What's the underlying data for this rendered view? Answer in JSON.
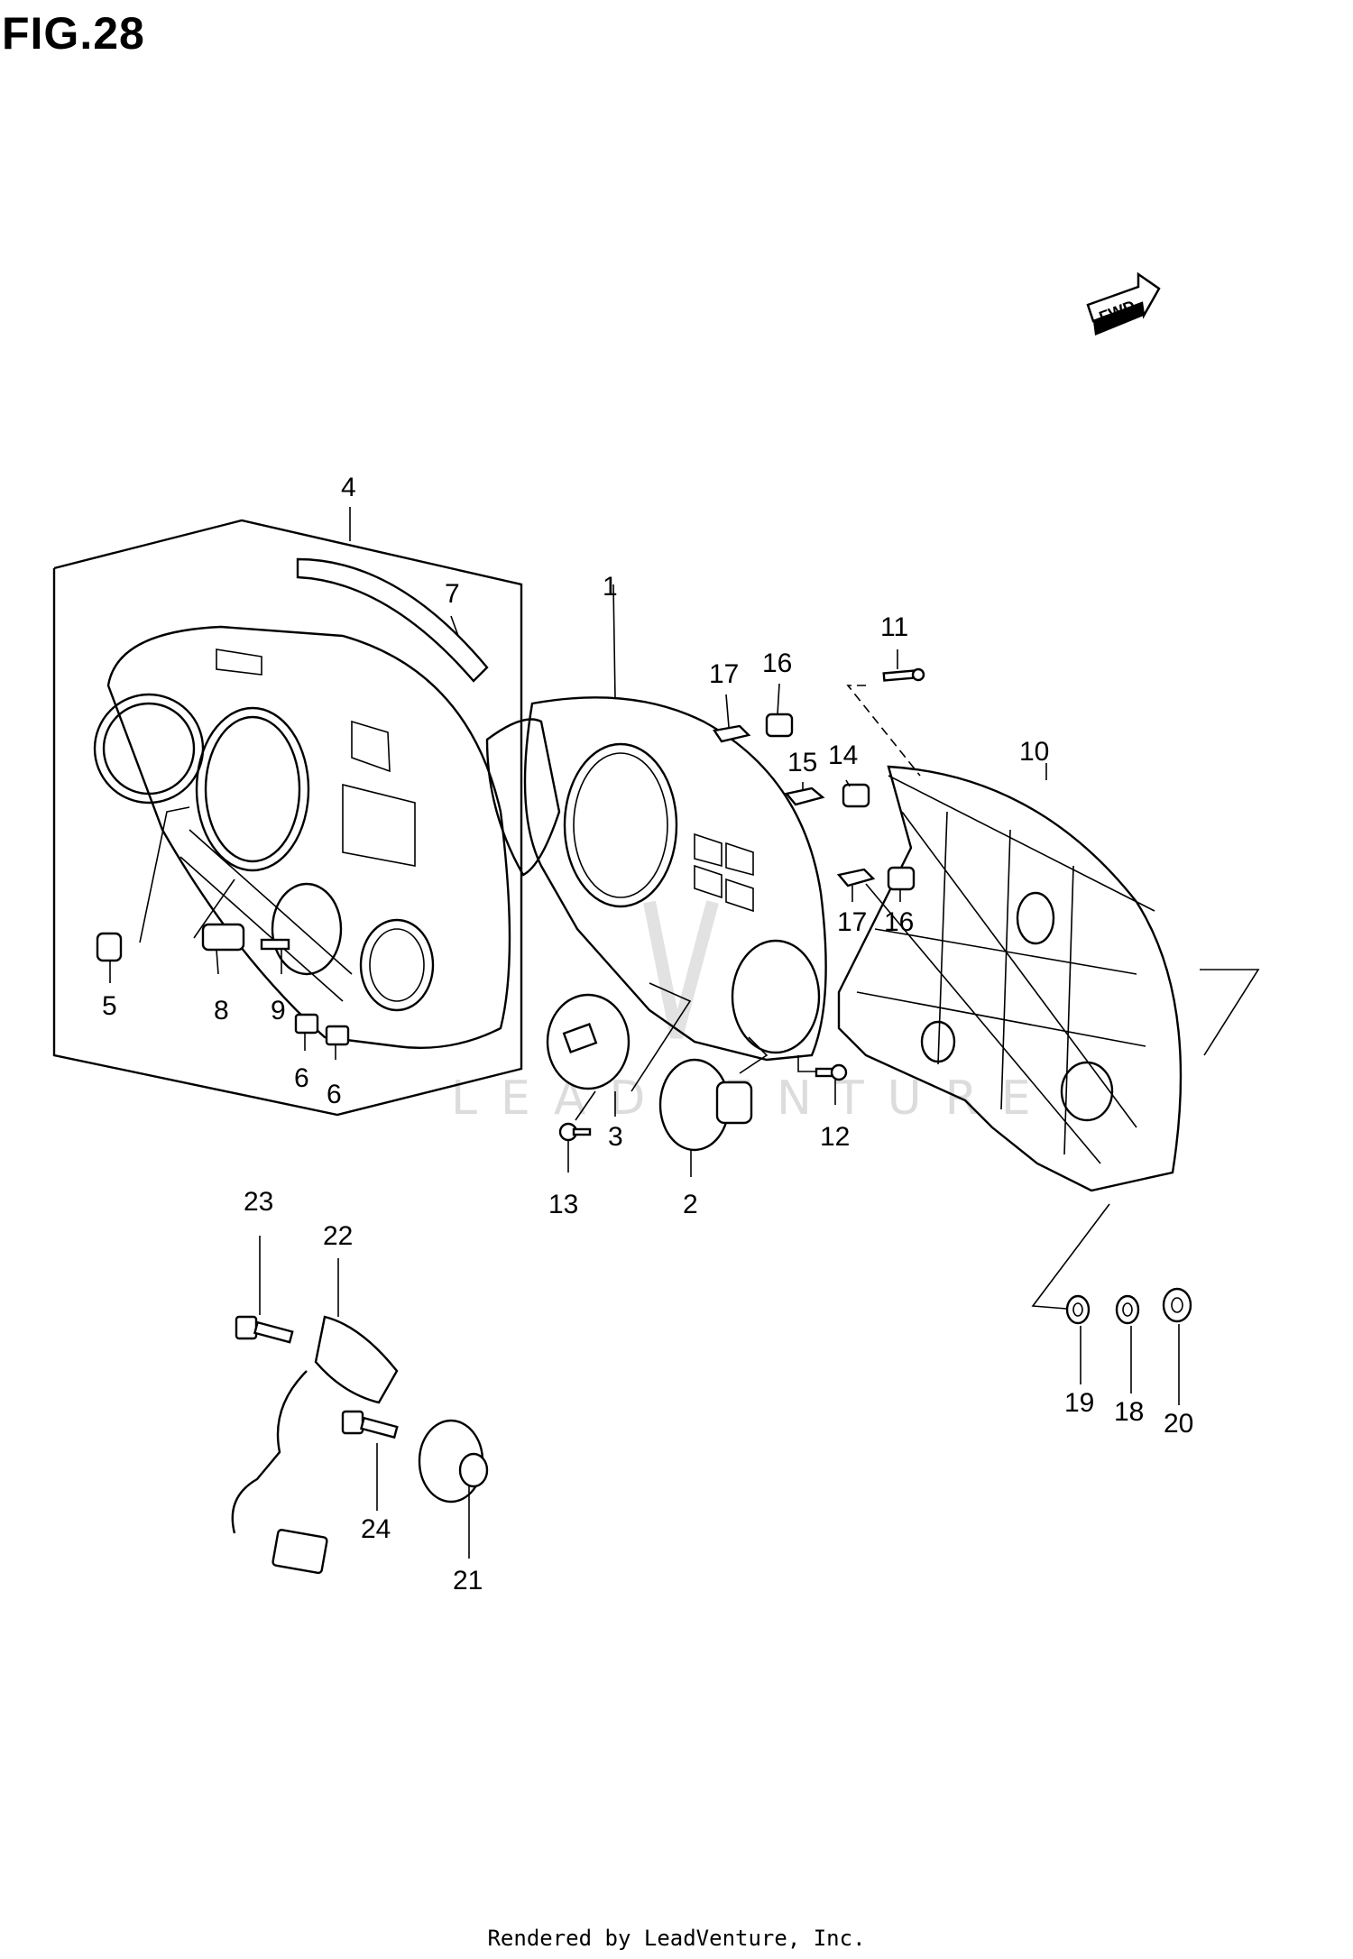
{
  "figure": {
    "title": "FIG.28",
    "fwd_label": "FWD",
    "footer": "Rendered by LeadVenture, Inc.",
    "watermark": "LEADVENTURE"
  },
  "callouts": [
    {
      "id": "c1",
      "text": "1"
    },
    {
      "id": "c2",
      "text": "2"
    },
    {
      "id": "c3",
      "text": "3"
    },
    {
      "id": "c4",
      "text": "4"
    },
    {
      "id": "c5",
      "text": "5"
    },
    {
      "id": "c6a",
      "text": "6"
    },
    {
      "id": "c6b",
      "text": "6"
    },
    {
      "id": "c7",
      "text": "7"
    },
    {
      "id": "c8",
      "text": "8"
    },
    {
      "id": "c9",
      "text": "9"
    },
    {
      "id": "c10",
      "text": "10"
    },
    {
      "id": "c11",
      "text": "11"
    },
    {
      "id": "c12",
      "text": "12"
    },
    {
      "id": "c13",
      "text": "13"
    },
    {
      "id": "c14",
      "text": "14"
    },
    {
      "id": "c15",
      "text": "15"
    },
    {
      "id": "c16a",
      "text": "16"
    },
    {
      "id": "c16b",
      "text": "16"
    },
    {
      "id": "c17a",
      "text": "17"
    },
    {
      "id": "c17b",
      "text": "17"
    },
    {
      "id": "c18",
      "text": "18"
    },
    {
      "id": "c19",
      "text": "19"
    },
    {
      "id": "c20",
      "text": "20"
    },
    {
      "id": "c21",
      "text": "21"
    },
    {
      "id": "c22",
      "text": "22"
    },
    {
      "id": "c23",
      "text": "23"
    },
    {
      "id": "c24",
      "text": "24"
    }
  ]
}
